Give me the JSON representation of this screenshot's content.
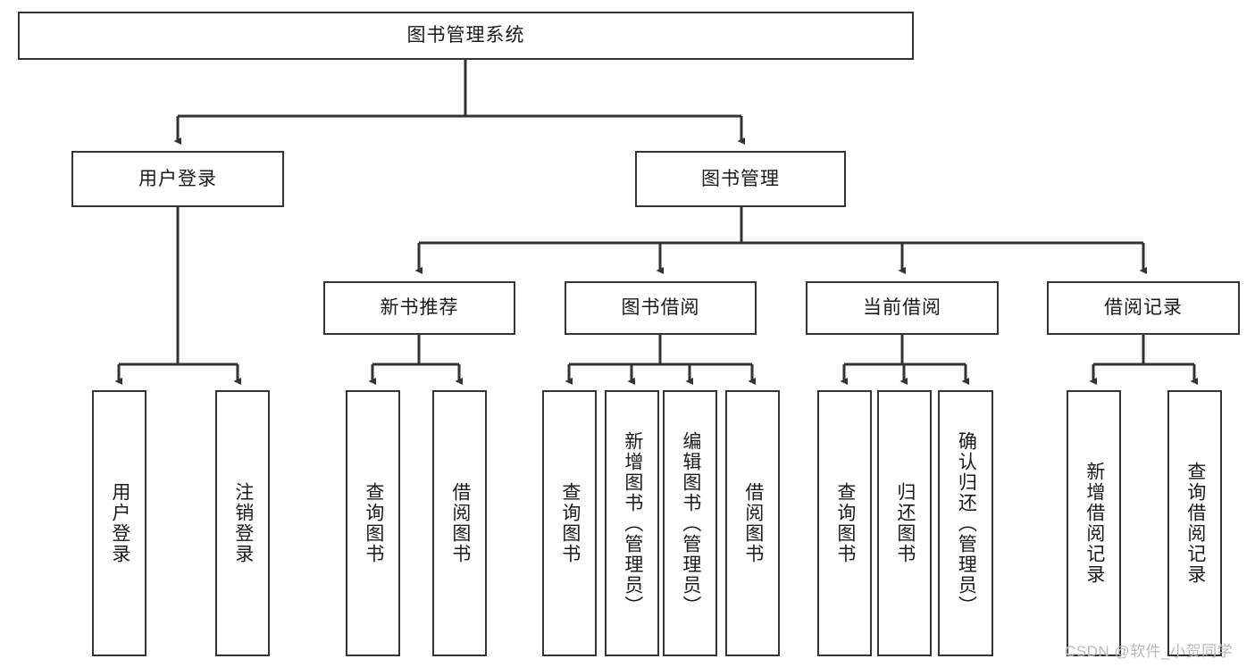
{
  "diagram": {
    "type": "hierarchy-tree",
    "title": "图书管理系统",
    "orientation": "top-down",
    "colors": {
      "box_border": "#333333",
      "box_fill": "#ffffff",
      "text": "#1a1a1a",
      "connector": "#333333",
      "watermark": "#b9b9b9"
    },
    "levels": {
      "root": {
        "label": "图书管理系统"
      },
      "level2": [
        {
          "id": "user-login",
          "label": "用户登录"
        },
        {
          "id": "book-management",
          "label": "图书管理"
        }
      ],
      "level3": [
        {
          "id": "new-book-recommend",
          "label": "新书推荐",
          "parent": "book-management"
        },
        {
          "id": "book-borrow",
          "label": "图书借阅",
          "parent": "book-management"
        },
        {
          "id": "current-borrow",
          "label": "当前借阅",
          "parent": "book-management"
        },
        {
          "id": "borrow-record",
          "label": "借阅记录",
          "parent": "book-management"
        }
      ],
      "leaves": {
        "user-login": [
          {
            "id": "leaf-user-login",
            "label": "用户登录"
          },
          {
            "id": "leaf-logout-login",
            "label": "注销登录"
          }
        ],
        "new-book-recommend": [
          {
            "id": "leaf-query-book-1",
            "label": "查询图书"
          },
          {
            "id": "leaf-borrow-book-1",
            "label": "借阅图书"
          }
        ],
        "book-borrow": [
          {
            "id": "leaf-query-book-2",
            "label": "查询图书"
          },
          {
            "id": "leaf-add-book",
            "label": "新增图书（管理员）"
          },
          {
            "id": "leaf-edit-book",
            "label": "编辑图书（管理员）"
          },
          {
            "id": "leaf-borrow-book-2",
            "label": "借阅图书"
          }
        ],
        "current-borrow": [
          {
            "id": "leaf-query-book-3",
            "label": "查询图书"
          },
          {
            "id": "leaf-return-book",
            "label": "归还图书"
          },
          {
            "id": "leaf-confirm-return",
            "label": "确认归还（管理员）"
          }
        ],
        "borrow-record": [
          {
            "id": "leaf-add-record",
            "label": "新增借阅记录"
          },
          {
            "id": "leaf-query-record",
            "label": "查询借阅记录"
          }
        ]
      }
    }
  },
  "watermark": {
    "text": "CSDN @软件_小贺同学"
  }
}
